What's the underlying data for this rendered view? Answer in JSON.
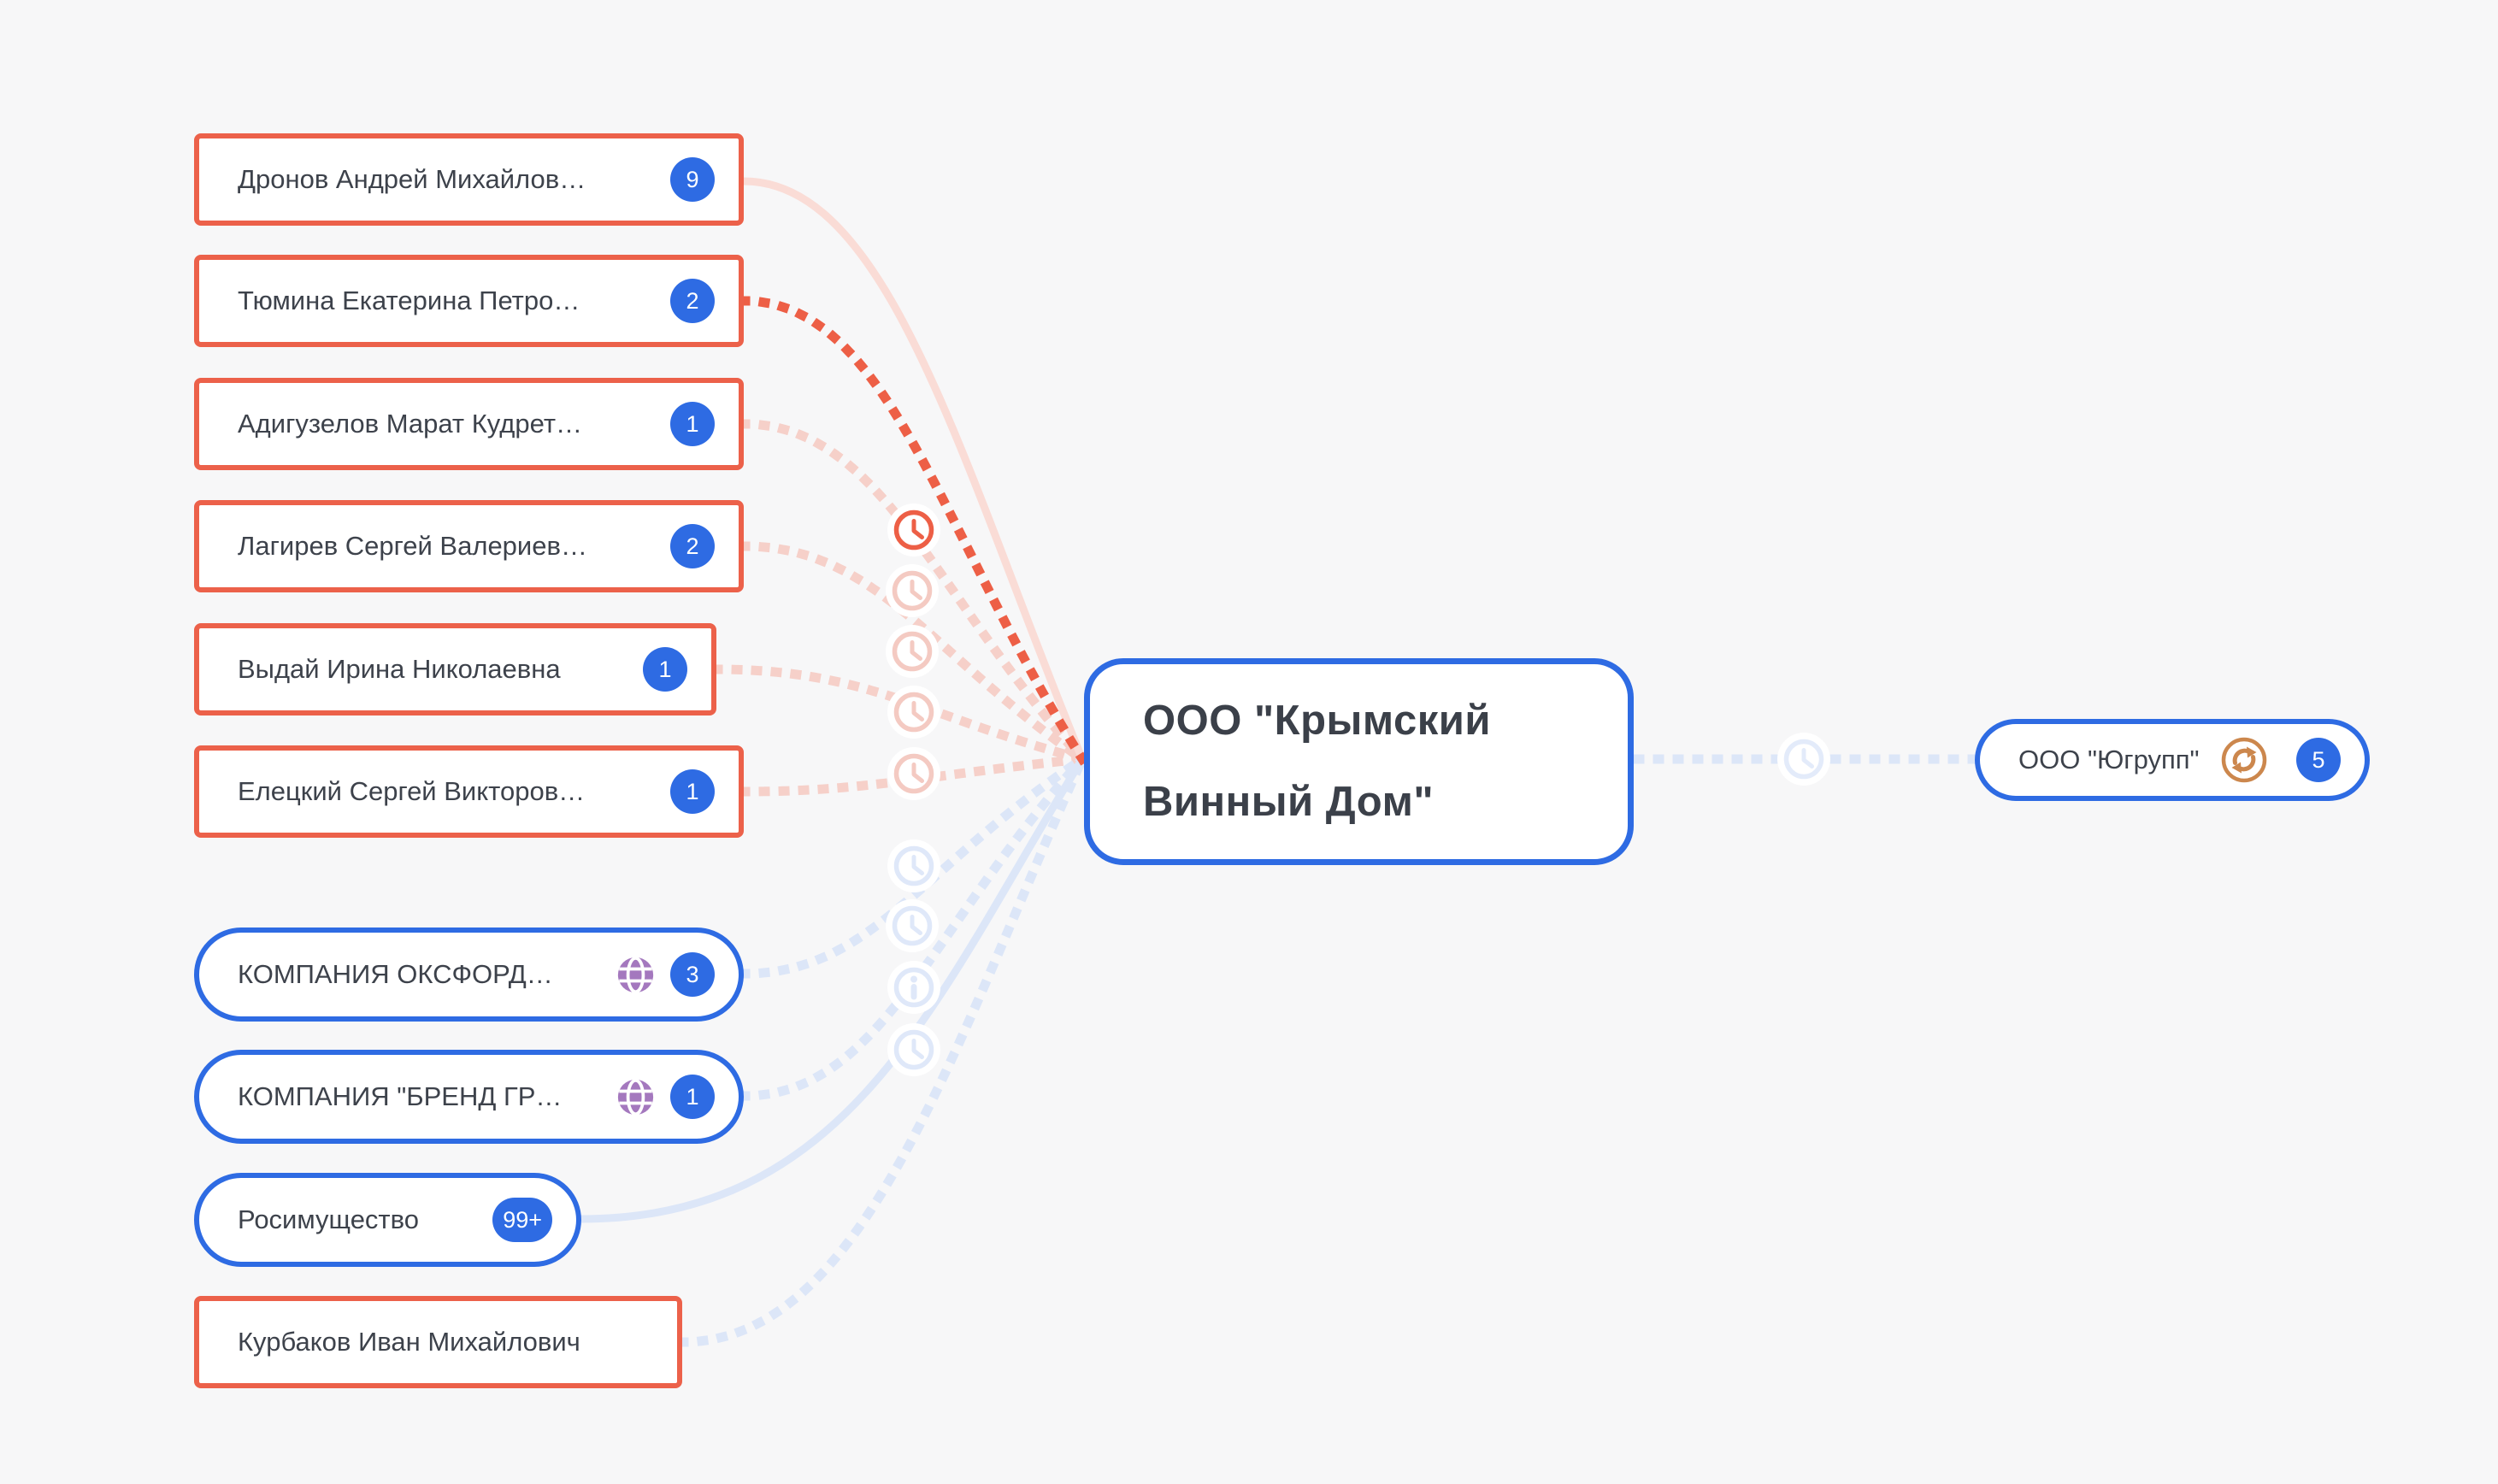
{
  "graph": {
    "background_color": "#f7f7f8",
    "colors": {
      "person_border": "#ec614a",
      "company_border": "#2e6be3",
      "badge_blue": "#2e6be3",
      "edge_red_bold": "#ed5f46",
      "edge_pink_faded": "#f6d0c9",
      "edge_pink_solid": "#fadcd6",
      "edge_blue_faded": "#dce6f8",
      "globe_purple": "#a478be",
      "sync_orange": "#cc874d",
      "text": "#3d424b"
    },
    "center_node": {
      "label": "ООО \"Крымский Винный Дом\""
    },
    "right_node": {
      "label": "ООО \"Югрупп\"",
      "badge": "5",
      "icon": "sync-icon"
    },
    "left_nodes": [
      {
        "label": "Дронов Андрей Михайлов…",
        "badge": "9",
        "type": "person",
        "edge": {
          "style": "solid",
          "color": "pink-faded",
          "icon": null
        }
      },
      {
        "label": "Тюмина Екатерина Петро…",
        "badge": "2",
        "type": "person",
        "edge": {
          "style": "dotted",
          "color": "red-bold",
          "icon": "clock"
        }
      },
      {
        "label": "Адигузелов Марат Кудрет…",
        "badge": "1",
        "type": "person",
        "edge": {
          "style": "dotted",
          "color": "pink-faded",
          "icon": "clock"
        }
      },
      {
        "label": "Лагирев Сергей Валериев…",
        "badge": "2",
        "type": "person",
        "edge": {
          "style": "dotted",
          "color": "pink-faded",
          "icon": "clock"
        }
      },
      {
        "label": "Выдай Ирина Николаевна",
        "badge": "1",
        "type": "person",
        "edge": {
          "style": "dotted",
          "color": "pink-faded",
          "icon": "clock"
        }
      },
      {
        "label": "Елецкий Сергей Викторов…",
        "badge": "1",
        "type": "person",
        "edge": {
          "style": "dotted",
          "color": "pink-faded",
          "icon": "clock"
        }
      },
      {
        "label": "КОМПАНИЯ ОКСФОРД…",
        "badge": "3",
        "type": "company",
        "icon": "globe-icon",
        "edge": {
          "style": "dotted",
          "color": "blue-faded",
          "icon": "clock"
        }
      },
      {
        "label": "КОМПАНИЯ \"БРЕНД ГР…",
        "badge": "1",
        "type": "company",
        "icon": "globe-icon",
        "edge": {
          "style": "dotted",
          "color": "blue-faded",
          "icon": "clock"
        }
      },
      {
        "label": "Росимущество",
        "badge": "99+",
        "type": "company",
        "edge": {
          "style": "solid",
          "color": "blue-faded",
          "icon": "info"
        }
      },
      {
        "label": "Курбаков Иван Михайлович",
        "badge": null,
        "type": "person",
        "edge": {
          "style": "dotted",
          "color": "blue-faded",
          "icon": "clock"
        }
      }
    ],
    "right_edge": {
      "from": "ООО \"Крымский Винный Дом\"",
      "to": "ООО \"Югрупп\"",
      "style": "dotted",
      "color": "blue-faded",
      "icon": "clock"
    }
  }
}
